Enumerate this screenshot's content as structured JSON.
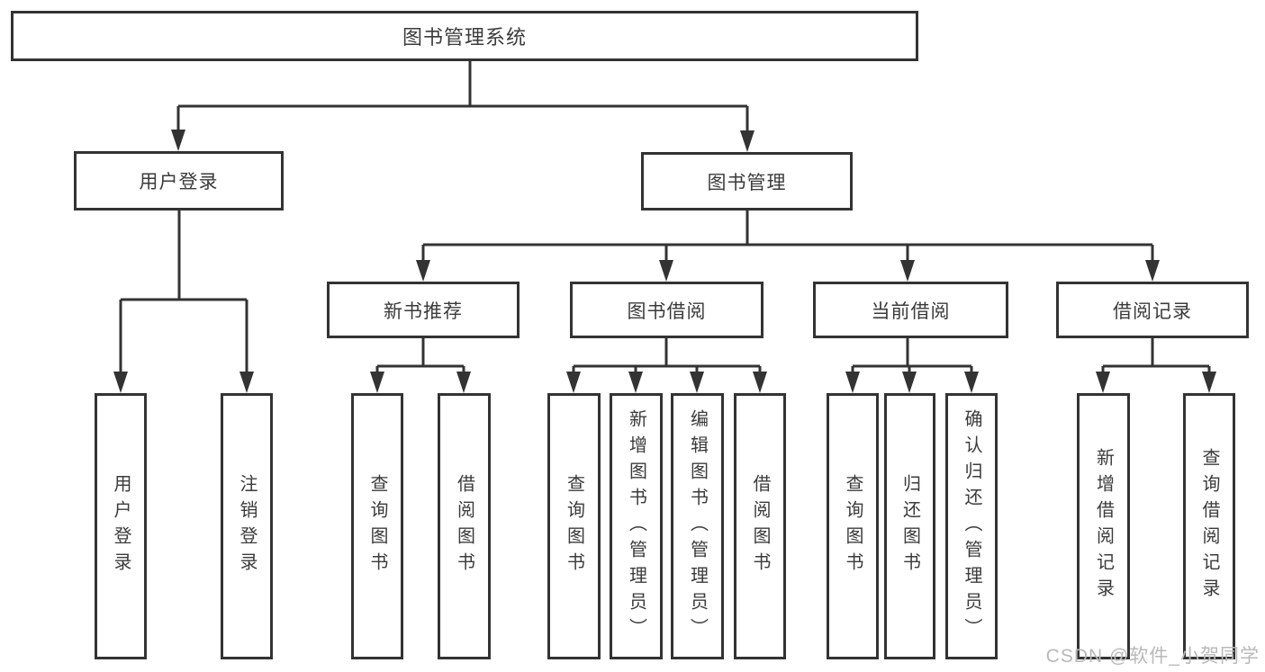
{
  "diagram": {
    "watermark": "CSDN @软件_小贺同学",
    "colors": {
      "line": "#333333",
      "box_border": "#333333",
      "text": "#3b3b3b",
      "watermark": "#b9b9b9",
      "background": "#ffffff"
    },
    "tree": {
      "root": {
        "label": "图书管理系统",
        "children": [
          {
            "label": "用户登录",
            "children": [
              {
                "label": "用户登录"
              },
              {
                "label": "注销登录"
              }
            ]
          },
          {
            "label": "图书管理",
            "children": [
              {
                "label": "新书推荐",
                "children": [
                  {
                    "label": "查询图书"
                  },
                  {
                    "label": "借阅图书"
                  }
                ]
              },
              {
                "label": "图书借阅",
                "children": [
                  {
                    "label": "查询图书"
                  },
                  {
                    "label": "新增图书（管理员）"
                  },
                  {
                    "label": "编辑图书（管理员）"
                  },
                  {
                    "label": "借阅图书"
                  }
                ]
              },
              {
                "label": "当前借阅",
                "children": [
                  {
                    "label": "查询图书"
                  },
                  {
                    "label": "归还图书"
                  },
                  {
                    "label": "确认归还（管理员）"
                  }
                ]
              },
              {
                "label": "借阅记录",
                "children": [
                  {
                    "label": "新增借阅记录"
                  },
                  {
                    "label": "查询借阅记录"
                  }
                ]
              }
            ]
          }
        ]
      }
    }
  }
}
